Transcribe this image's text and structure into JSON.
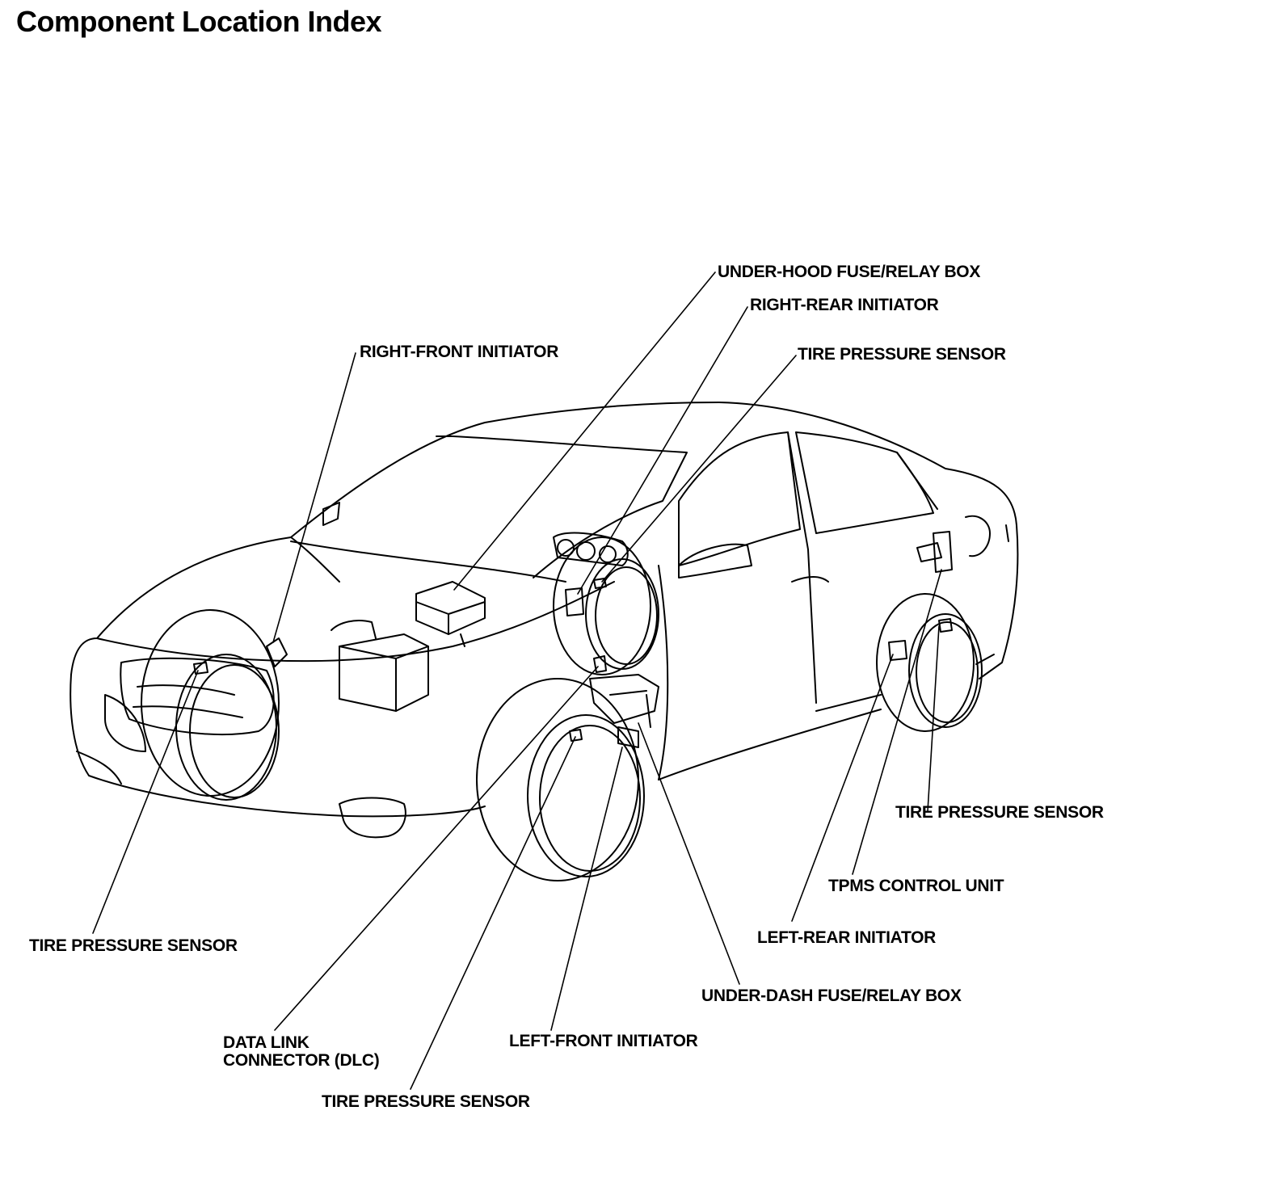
{
  "title": "Component Location Index",
  "labels": {
    "under_hood_fuse_relay_box": "UNDER-HOOD FUSE/RELAY BOX",
    "right_rear_initiator": "RIGHT-REAR INITIATOR",
    "tire_pressure_sensor_right_rear": "TIRE PRESSURE SENSOR",
    "right_front_initiator": "RIGHT-FRONT INITIATOR",
    "tire_pressure_sensor_left_rear": "TIRE PRESSURE SENSOR",
    "tpms_control_unit": "TPMS CONTROL UNIT",
    "left_rear_initiator": "LEFT-REAR INITIATOR",
    "under_dash_fuse_relay_box": "UNDER-DASH FUSE/RELAY BOX",
    "tire_pressure_sensor_right_front": "TIRE PRESSURE SENSOR",
    "data_link_connector_line1": "DATA LINK",
    "data_link_connector_line2": "CONNECTOR (DLC)",
    "left_front_initiator": "LEFT-FRONT INITIATOR",
    "tire_pressure_sensor_left_front": "TIRE PRESSURE SENSOR"
  }
}
